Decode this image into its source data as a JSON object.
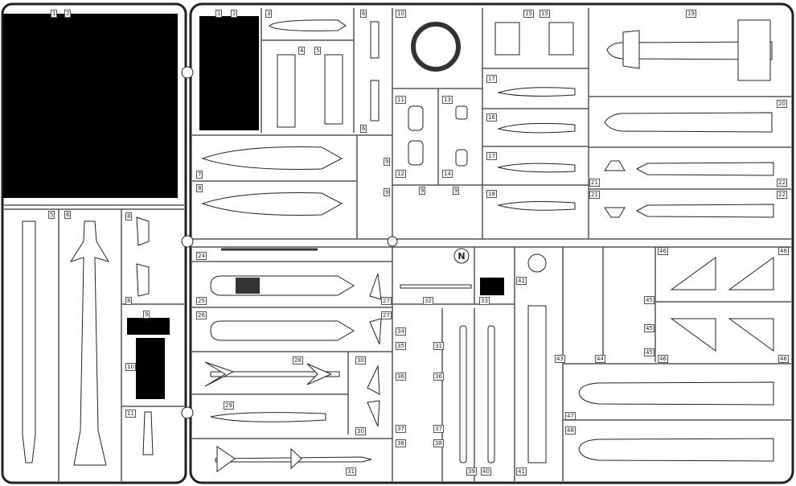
{
  "title": "Sprue parts layout",
  "logo_letter": "N",
  "left_sprue": {
    "labels": [
      "1",
      "2",
      "5",
      "6",
      "8",
      "8",
      "9",
      "10",
      "11"
    ]
  },
  "right_sprue": {
    "labels": [
      "1",
      "2",
      "3",
      "4",
      "5",
      "6",
      "6",
      "7",
      "8",
      "9",
      "9",
      "9",
      "9",
      "10",
      "11",
      "12",
      "13",
      "14",
      "15",
      "15",
      "19",
      "17",
      "18",
      "17",
      "18",
      "20",
      "21",
      "21",
      "22",
      "22",
      "24",
      "25",
      "26",
      "27",
      "27",
      "28",
      "29",
      "30",
      "30",
      "31",
      "32",
      "33",
      "34",
      "35",
      "31",
      "36",
      "36",
      "37",
      "37",
      "38",
      "38",
      "39",
      "40",
      "41",
      "42",
      "43",
      "44",
      "45",
      "45",
      "45",
      "46",
      "46",
      "46",
      "46",
      "47",
      "48"
    ]
  }
}
